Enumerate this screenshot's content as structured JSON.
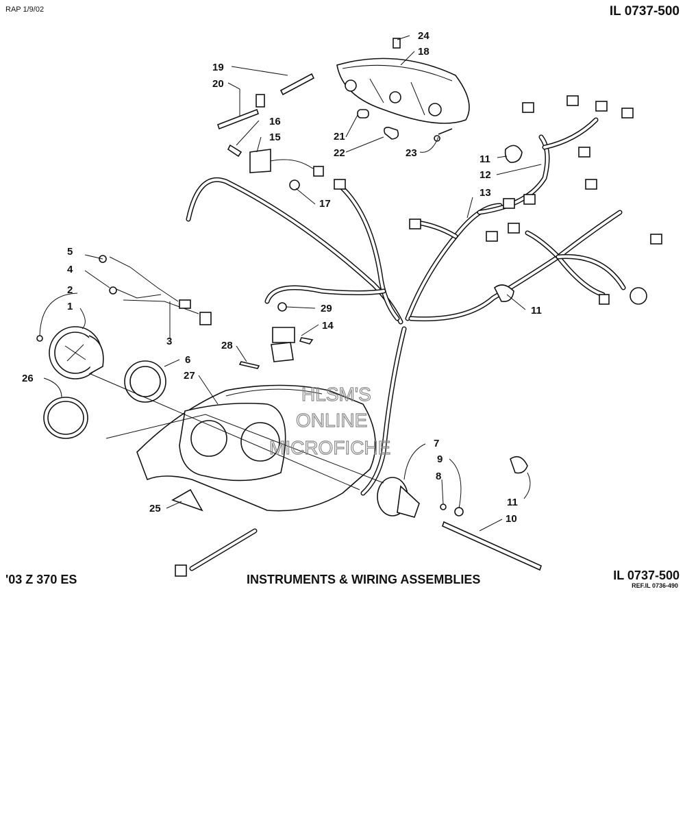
{
  "header": {
    "revision": "RAP 1/9/02",
    "illustration_number_top": "IL 0737-500"
  },
  "footer": {
    "model": "'03 Z 370 ES",
    "title": "INSTRUMENTS & WIRING ASSEMBLIES",
    "illustration_number_bottom": "IL 0737-500",
    "reference": "REF.IL 0736-490"
  },
  "watermark": {
    "line1": "HLSM'S",
    "line2": "ONLINE",
    "line3": "MICROFICHE"
  },
  "callouts": [
    {
      "id": "c1",
      "label": "1"
    },
    {
      "id": "c2",
      "label": "2"
    },
    {
      "id": "c3",
      "label": "3"
    },
    {
      "id": "c4",
      "label": "4"
    },
    {
      "id": "c5",
      "label": "5"
    },
    {
      "id": "c6",
      "label": "6"
    },
    {
      "id": "c7",
      "label": "7"
    },
    {
      "id": "c8",
      "label": "8"
    },
    {
      "id": "c9",
      "label": "9"
    },
    {
      "id": "c10",
      "label": "10"
    },
    {
      "id": "c11a",
      "label": "11"
    },
    {
      "id": "c11b",
      "label": "11"
    },
    {
      "id": "c11c",
      "label": "11"
    },
    {
      "id": "c12",
      "label": "12"
    },
    {
      "id": "c13",
      "label": "13"
    },
    {
      "id": "c14",
      "label": "14"
    },
    {
      "id": "c15",
      "label": "15"
    },
    {
      "id": "c16",
      "label": "16"
    },
    {
      "id": "c17",
      "label": "17"
    },
    {
      "id": "c18",
      "label": "18"
    },
    {
      "id": "c19",
      "label": "19"
    },
    {
      "id": "c20",
      "label": "20"
    },
    {
      "id": "c21",
      "label": "21"
    },
    {
      "id": "c22",
      "label": "22"
    },
    {
      "id": "c23",
      "label": "23"
    },
    {
      "id": "c24",
      "label": "24"
    },
    {
      "id": "c25",
      "label": "25"
    },
    {
      "id": "c26",
      "label": "26"
    },
    {
      "id": "c27",
      "label": "27"
    },
    {
      "id": "c28",
      "label": "28"
    },
    {
      "id": "c29",
      "label": "29"
    }
  ]
}
